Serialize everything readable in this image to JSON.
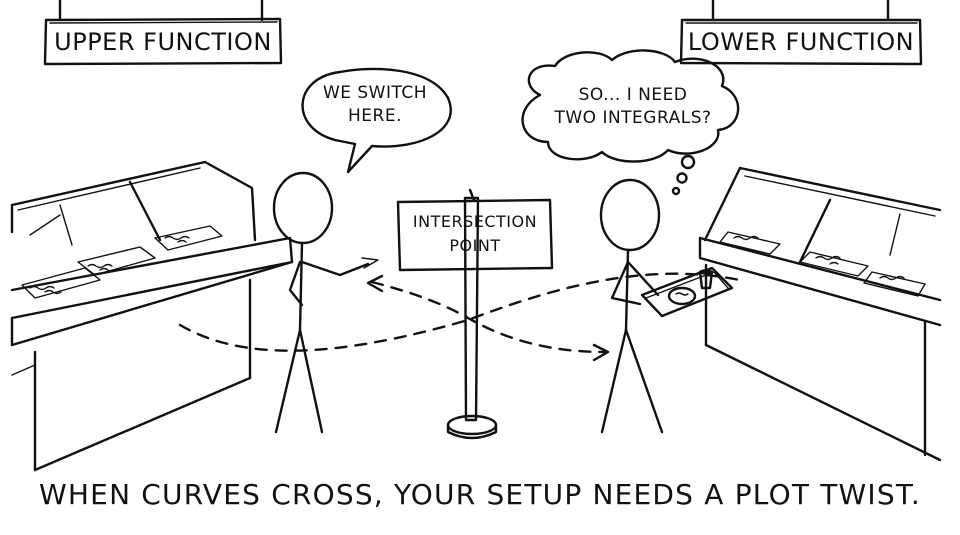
{
  "signs": {
    "upper": "UPPER FUNCTION",
    "lower": "LOWER FUNCTION"
  },
  "speech": {
    "line1": "WE SWITCH",
    "line2": "HERE."
  },
  "thought": {
    "line1": "SO... I NEED",
    "line2": "TWO INTEGRALS?"
  },
  "post_sign": {
    "line1": "INTERSECTION",
    "line2": "POINT"
  },
  "caption": "WHEN CURVES CROSS, YOUR SETUP NEEDS A PLOT TWIST."
}
